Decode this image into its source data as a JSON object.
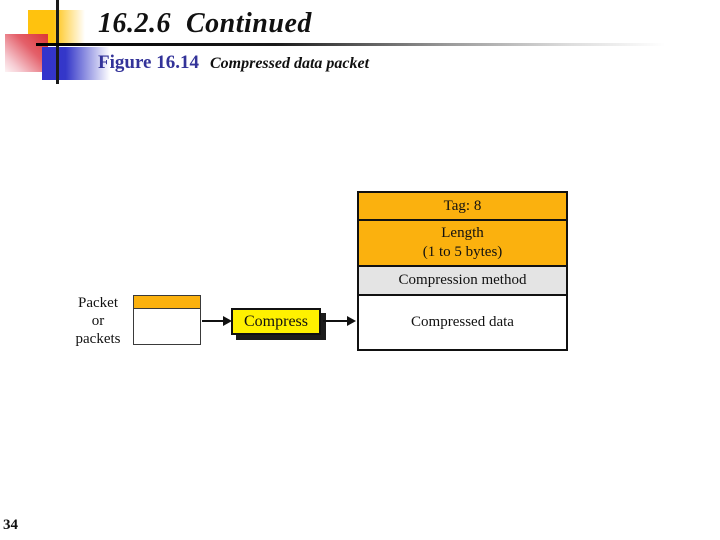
{
  "header": {
    "title": "16.2.6  Continued",
    "figure_label": "Figure 16.14",
    "figure_caption": "Compressed data packet"
  },
  "footer": {
    "page_number": "34"
  },
  "diagram": {
    "source": {
      "lines": [
        "Packet",
        "or",
        "packets"
      ]
    },
    "process": {
      "label": "Compress"
    },
    "packet": {
      "rows": [
        {
          "line1": "Tag: 8",
          "line2": ""
        },
        {
          "line1": "Length",
          "line2": "(1 to 5 bytes)"
        },
        {
          "line1": "Compression method",
          "line2": ""
        },
        {
          "line1": "Compressed data",
          "line2": ""
        }
      ]
    }
  },
  "colors": {
    "field_amber": "#FBB10E",
    "method_gray": "#E4E4E4",
    "compress_yellow": "#FFF100",
    "figure_label_blue": "#333399",
    "logo_yellow": "#FFC20E",
    "logo_red": "#DD3A3A",
    "logo_blue": "#3333CC",
    "line_black": "#1A1A1A"
  }
}
